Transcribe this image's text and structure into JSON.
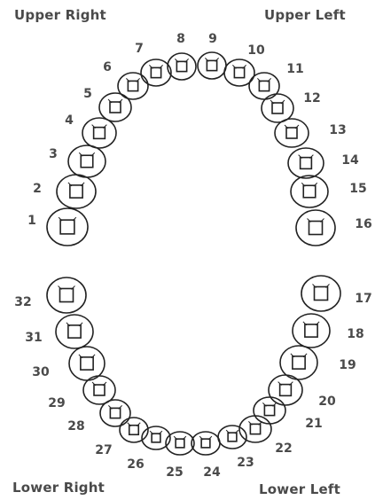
{
  "labels": {
    "upper_right": "Upper Right",
    "upper_left": "Upper Left",
    "lower_right": "Lower Right",
    "lower_left": "Lower Left"
  },
  "teeth": [
    {
      "number": "1"
    },
    {
      "number": "2"
    },
    {
      "number": "3"
    },
    {
      "number": "4"
    },
    {
      "number": "5"
    },
    {
      "number": "6"
    },
    {
      "number": "7"
    },
    {
      "number": "8"
    },
    {
      "number": "9"
    },
    {
      "number": "10"
    },
    {
      "number": "11"
    },
    {
      "number": "12"
    },
    {
      "number": "13"
    },
    {
      "number": "14"
    },
    {
      "number": "15"
    },
    {
      "number": "16"
    },
    {
      "number": "17"
    },
    {
      "number": "18"
    },
    {
      "number": "19"
    },
    {
      "number": "20"
    },
    {
      "number": "21"
    },
    {
      "number": "22"
    },
    {
      "number": "23"
    },
    {
      "number": "24"
    },
    {
      "number": "25"
    },
    {
      "number": "26"
    },
    {
      "number": "27"
    },
    {
      "number": "28"
    },
    {
      "number": "29"
    },
    {
      "number": "30"
    },
    {
      "number": "31"
    },
    {
      "number": "32"
    }
  ],
  "colors": {
    "line": "#222222",
    "text": "#4a4a4a",
    "background": "#ffffff"
  }
}
